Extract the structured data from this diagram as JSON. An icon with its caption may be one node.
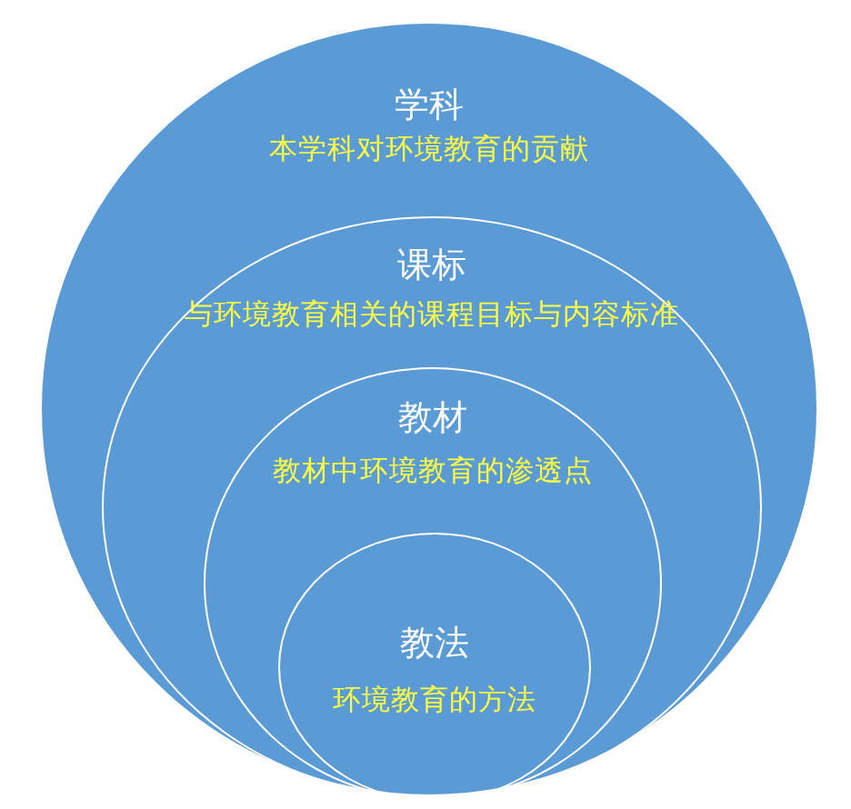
{
  "diagram": {
    "nodes": [
      {
        "text": [
          "学科",
          "本学科对环境教育的贡献"
        ]
      },
      {
        "text": [
          "课标",
          "与环境教育相关的课程目标与内容标准"
        ],
        "in": 0
      },
      {
        "text": [
          "教材",
          "教材中环境教育的渗透点"
        ],
        "in": 1
      },
      {
        "text": [
          "教法",
          "环境教育的方法"
        ],
        "in": 2
      }
    ]
  }
}
